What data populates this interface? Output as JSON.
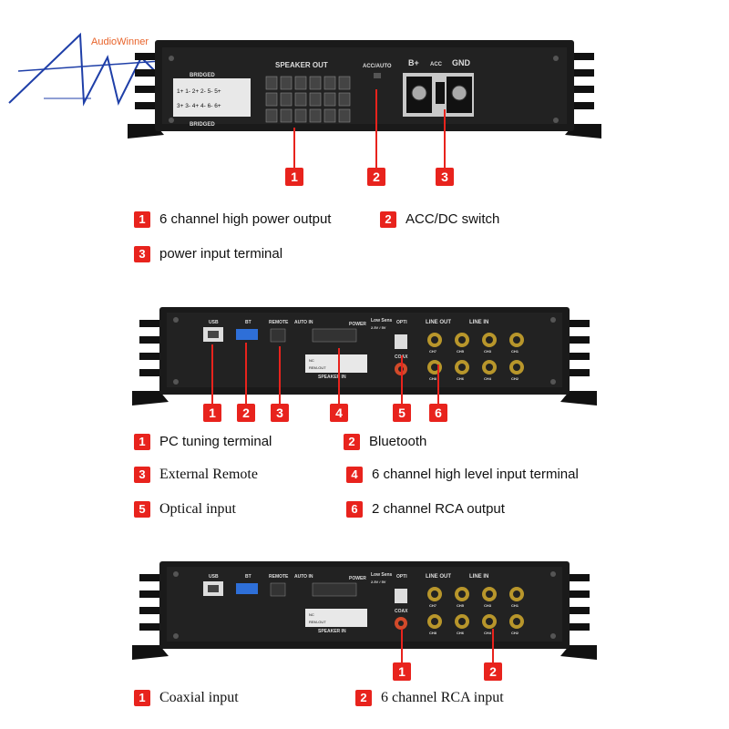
{
  "brand": {
    "name": "AudioWinner"
  },
  "panel1": {
    "labels": {
      "speaker_out": "SPEAKER OUT",
      "acc_auto": "ACC/AUTO",
      "bplus": "B+",
      "acc": "ACC",
      "gnd": "GND",
      "bridged_top": "BRIDGED",
      "bridged_bottom": "BRIDGED",
      "channel_row1": "1+ 1- 2+ 2- 5- 5+",
      "channel_row2": "3+ 3- 4+ 4- 6- 6+"
    },
    "callouts": [
      {
        "num": "1",
        "text": "6 channel high power output"
      },
      {
        "num": "2",
        "text": "ACC/DC switch"
      },
      {
        "num": "3",
        "text": "power input terminal"
      }
    ]
  },
  "panel2": {
    "labels": {
      "usb": "USB",
      "bt": "BT",
      "remote": "REMOTE",
      "auto_in": "AUTO IN",
      "power": "POWER",
      "low_sens": "Low Sens",
      "sens_val": "2.5V / 5V",
      "opti": "OPTI",
      "coax": "COAX",
      "line_out": "LINE OUT",
      "line_in": "LINE IN",
      "speaker_in": "SPEAKER IN",
      "nc": "NC",
      "rem_out": "REM-OUT",
      "ch7": "CH7",
      "ch8": "CH8",
      "ch5": "CH5",
      "ch6": "CH6",
      "ch3": "CH3",
      "ch4": "CH4",
      "ch1": "CH1",
      "ch2": "CH2"
    },
    "callouts": [
      {
        "num": "1",
        "text": "PC tuning terminal"
      },
      {
        "num": "2",
        "text": "Bluetooth"
      },
      {
        "num": "3",
        "text": "External Remote"
      },
      {
        "num": "4",
        "text": "6 channel high level input terminal"
      },
      {
        "num": "5",
        "text": "Optical input"
      },
      {
        "num": "6",
        "text": "2 channel RCA output"
      }
    ]
  },
  "panel3": {
    "callouts": [
      {
        "num": "1",
        "text": "Coaxial input"
      },
      {
        "num": "2",
        "text": "6 channel RCA input"
      }
    ]
  },
  "colors": {
    "accent": "#e8231d",
    "chassis": "#1a1a1a",
    "logo": "#e8632a",
    "logo_line": "#1f3fa8"
  }
}
